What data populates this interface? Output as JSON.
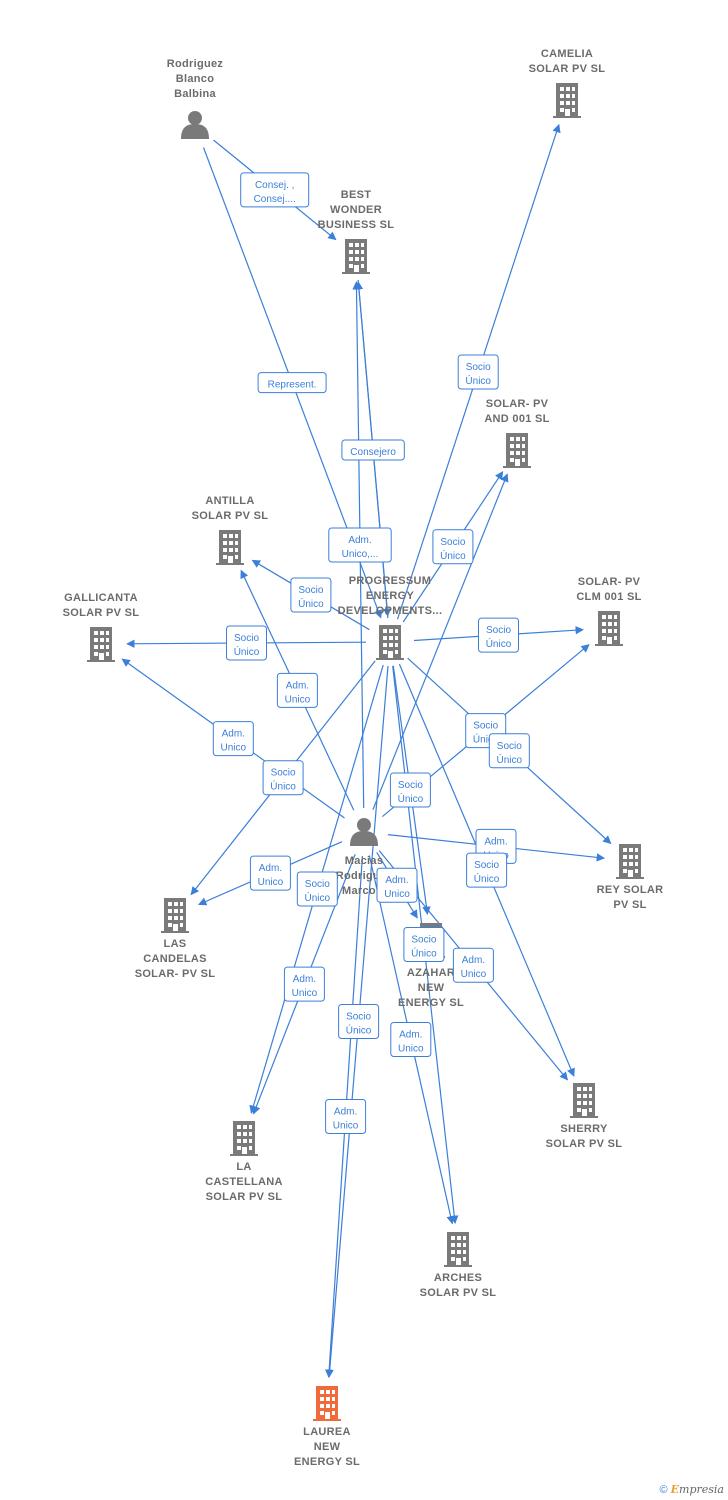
{
  "colors": {
    "edge": "#3b7fd9",
    "node_company": "#7a7a7a",
    "node_person": "#7a7a7a",
    "node_focus": "#f06a3a"
  },
  "nodes": [
    {
      "id": "rodriguez",
      "type": "person",
      "icon": "person-icon",
      "lines": [
        "Rodriguez",
        "Blanco",
        "Balbina"
      ]
    },
    {
      "id": "camelia",
      "type": "company",
      "icon": "building-icon",
      "lines": [
        "CAMELIA",
        "SOLAR PV  SL"
      ]
    },
    {
      "id": "best",
      "type": "company",
      "icon": "building-icon",
      "lines": [
        "BEST",
        "WONDER",
        "BUSINESS SL"
      ]
    },
    {
      "id": "solar_and",
      "type": "company",
      "icon": "building-icon",
      "lines": [
        "SOLAR- PV",
        "AND 001  SL"
      ]
    },
    {
      "id": "antilla",
      "type": "company",
      "icon": "building-icon",
      "lines": [
        "ANTILLA",
        "SOLAR PV  SL"
      ]
    },
    {
      "id": "progressum",
      "type": "company",
      "icon": "building-icon",
      "lines": [
        "PROGRESSUM",
        "ENERGY",
        "DEVELOPMENTS..."
      ]
    },
    {
      "id": "gallicanta",
      "type": "company",
      "icon": "building-icon",
      "lines": [
        "GALLICANTA",
        "SOLAR PV  SL"
      ]
    },
    {
      "id": "solar_clm",
      "type": "company",
      "icon": "building-icon",
      "lines": [
        "SOLAR- PV",
        "CLM 001  SL"
      ]
    },
    {
      "id": "macias",
      "type": "person",
      "icon": "person-icon",
      "lines": [
        "Macias",
        "Rodriguez",
        "Marco..."
      ]
    },
    {
      "id": "rey",
      "type": "company",
      "icon": "building-icon",
      "lines": [
        "REY SOLAR",
        "PV  SL"
      ]
    },
    {
      "id": "candelas",
      "type": "company",
      "icon": "building-icon",
      "lines": [
        "LAS",
        "CANDELAS",
        "SOLAR- PV  SL"
      ]
    },
    {
      "id": "azahar",
      "type": "company",
      "icon": "building-icon",
      "lines": [
        "AZAHAR",
        "NEW",
        "ENERGY  SL"
      ]
    },
    {
      "id": "sherry",
      "type": "company",
      "icon": "building-icon",
      "lines": [
        "SHERRY",
        "SOLAR PV  SL"
      ]
    },
    {
      "id": "castellana",
      "type": "company",
      "icon": "building-icon",
      "lines": [
        "LA",
        "CASTELLANA",
        "SOLAR PV  SL"
      ]
    },
    {
      "id": "arches",
      "type": "company",
      "icon": "building-icon",
      "lines": [
        "ARCHES",
        "SOLAR PV  SL"
      ]
    },
    {
      "id": "laurea",
      "type": "focus",
      "icon": "building-icon",
      "lines": [
        "LAUREA",
        "NEW",
        "ENERGY  SL"
      ]
    }
  ],
  "edges": [
    {
      "from": "rodriguez",
      "to": "best",
      "label": [
        "Consej. ,",
        "Consej...."
      ]
    },
    {
      "from": "rodriguez",
      "to": "progressum",
      "label": [
        "Represent."
      ]
    },
    {
      "from": "progressum",
      "to": "camelia",
      "label": [
        "Socio",
        "Único"
      ]
    },
    {
      "from": "macias",
      "to": "best",
      "label": [
        "Adm.",
        "Unico,..."
      ]
    },
    {
      "from": "best",
      "to": "progressum",
      "label": []
    },
    {
      "from": "progressum",
      "to": "best",
      "label": [
        "Consejero"
      ]
    },
    {
      "from": "progressum",
      "to": "solar_and",
      "label": [
        "Socio",
        "Único"
      ]
    },
    {
      "from": "macias",
      "to": "solar_and",
      "label": []
    },
    {
      "from": "progressum",
      "to": "antilla",
      "label": [
        "Socio",
        "Único"
      ]
    },
    {
      "from": "macias",
      "to": "antilla",
      "label": [
        "Adm.",
        "Unico"
      ]
    },
    {
      "from": "progressum",
      "to": "gallicanta",
      "label": [
        "Socio",
        "Único"
      ]
    },
    {
      "from": "macias",
      "to": "gallicanta",
      "label": [
        "Adm.",
        "Unico"
      ]
    },
    {
      "from": "progressum",
      "to": "solar_clm",
      "label": [
        "Socio",
        "Único"
      ]
    },
    {
      "from": "macias",
      "to": "solar_clm",
      "label": [
        "Socio",
        "Único"
      ]
    },
    {
      "from": "progressum",
      "to": "rey",
      "label": [
        "Socio",
        "Único"
      ]
    },
    {
      "from": "macias",
      "to": "rey",
      "label": [
        "Adm.",
        "Unico"
      ]
    },
    {
      "from": "progressum",
      "to": "candelas",
      "label": [
        "Socio",
        "Único"
      ]
    },
    {
      "from": "macias",
      "to": "candelas",
      "label": [
        "Adm.",
        "Unico"
      ]
    },
    {
      "from": "progressum",
      "to": "sherry",
      "label": [
        "Socio",
        "Único"
      ]
    },
    {
      "from": "macias",
      "to": "sherry",
      "label": [
        "Adm.",
        "Unico"
      ]
    },
    {
      "from": "progressum",
      "to": "castellana",
      "label": [
        "Socio",
        "Único"
      ]
    },
    {
      "from": "macias",
      "to": "castellana",
      "label": [
        "Adm.",
        "Unico"
      ]
    },
    {
      "from": "progressum",
      "to": "arches",
      "label": [
        "Socio",
        "Único"
      ]
    },
    {
      "from": "macias",
      "to": "arches",
      "label": [
        "Adm.",
        "Unico"
      ]
    },
    {
      "from": "progressum",
      "to": "laurea",
      "label": [
        "Socio",
        "Único"
      ]
    },
    {
      "from": "macias",
      "to": "laurea",
      "label": [
        "Adm.",
        "Unico"
      ]
    },
    {
      "from": "macias",
      "to": "azahar",
      "label": [
        "Adm.",
        "Unico"
      ]
    },
    {
      "from": "progressum",
      "to": "azahar",
      "label": [
        "Socio",
        "Único"
      ]
    }
  ],
  "footer": {
    "copyright": "©",
    "brand": "mpresia",
    "brand_initial": "E"
  }
}
